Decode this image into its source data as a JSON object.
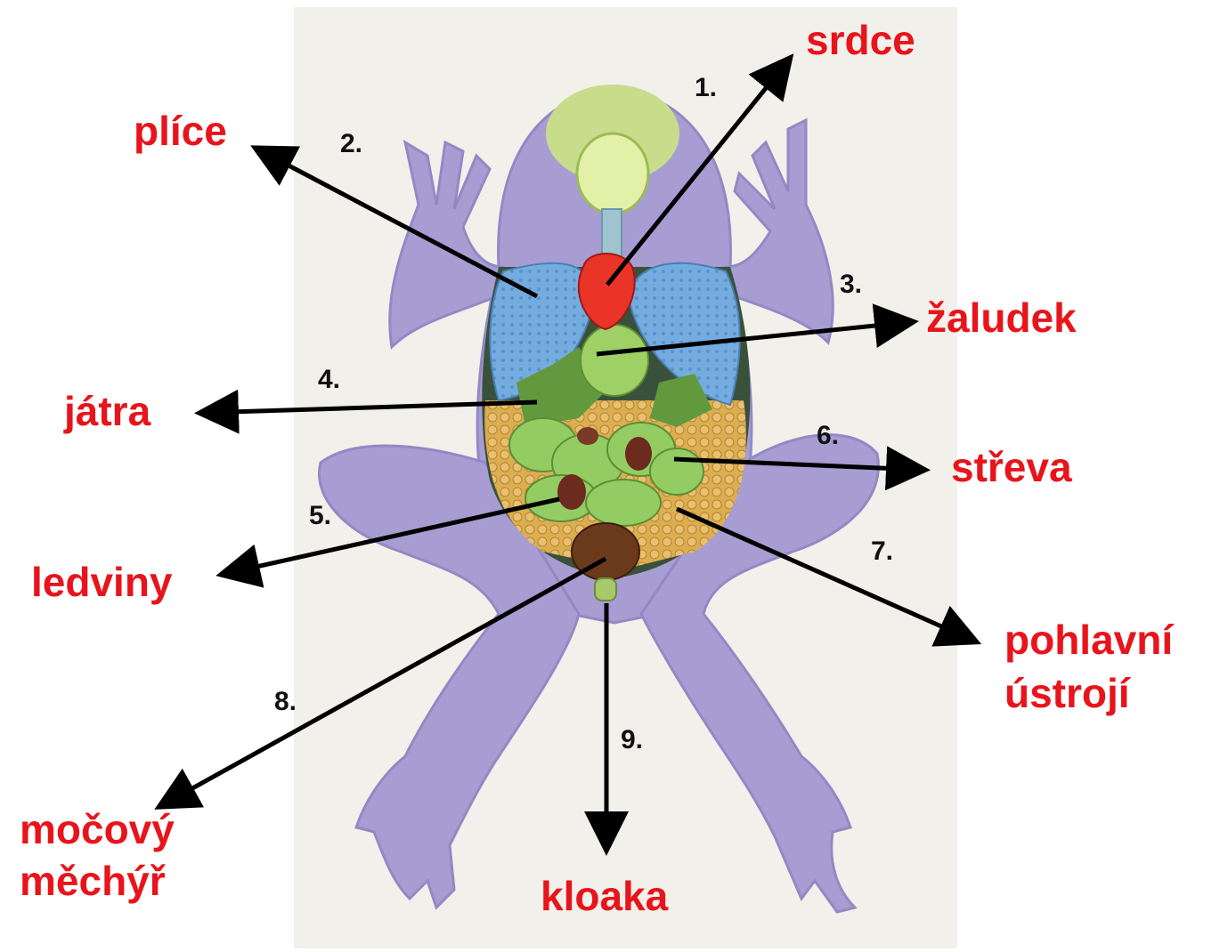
{
  "colors": {
    "label": "#e8141c",
    "number": "#111111",
    "arrow": "#000000",
    "background_panel": "#f2f0ea",
    "body_skin": "#a59bd2",
    "lungs": "#6fa7de",
    "heart": "#e8322c",
    "liver_stomach": "#8dc45a",
    "fat_bodies": "#d8a84a",
    "bladder": "#6b3a1d"
  },
  "labels": {
    "heart": "srdce",
    "lungs": "plíce",
    "stomach": "žaludek",
    "liver": "játra",
    "intestines": "střeva",
    "kidneys": "ledviny",
    "reproductive_line1": "pohlavní",
    "reproductive_line2": "ústrojí",
    "bladder_line1": "močový",
    "bladder_line2": "měchýř",
    "cloaca": "kloaka"
  },
  "numbers": {
    "n1": "1.",
    "n2": "2.",
    "n3": "3.",
    "n4": "4.",
    "n5": "5.",
    "n6": "6.",
    "n7": "7.",
    "n8": "8.",
    "n9": "9."
  },
  "icons": [
    "frog-anatomy-illustration",
    "arrow-icon"
  ]
}
